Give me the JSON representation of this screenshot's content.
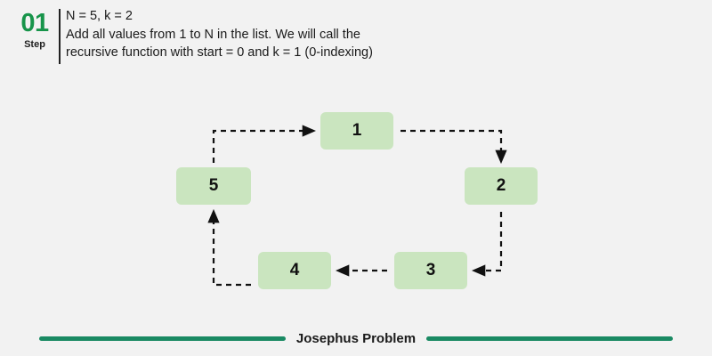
{
  "background_color": "#f2f2f2",
  "accent_green": "#17944a",
  "footer_rule_color": "#1a8a63",
  "node_fill_color": "#cae5bf",
  "header": {
    "step_number": "01",
    "step_word": "Step",
    "lines": [
      "N = 5,  k = 2",
      "Add all values from 1 to N in the list. We will call the",
      "recursive function with start = 0 and k = 1 (0-indexing)"
    ]
  },
  "diagram": {
    "type": "cycle",
    "nodes": [
      {
        "id": "node-1",
        "label": "1"
      },
      {
        "id": "node-2",
        "label": "2"
      },
      {
        "id": "node-3",
        "label": "3"
      },
      {
        "id": "node-4",
        "label": "4"
      },
      {
        "id": "node-5",
        "label": "5"
      }
    ],
    "edges": [
      {
        "from": "1",
        "to": "2",
        "style": "dashed",
        "arrow": true
      },
      {
        "from": "2",
        "to": "3",
        "style": "dashed",
        "arrow": true
      },
      {
        "from": "3",
        "to": "4",
        "style": "dashed",
        "arrow": true
      },
      {
        "from": "4",
        "to": "5",
        "style": "dashed",
        "arrow": true
      },
      {
        "from": "5",
        "to": "1",
        "style": "dashed",
        "arrow": true
      }
    ]
  },
  "footer": {
    "title": "Josephus Problem"
  }
}
